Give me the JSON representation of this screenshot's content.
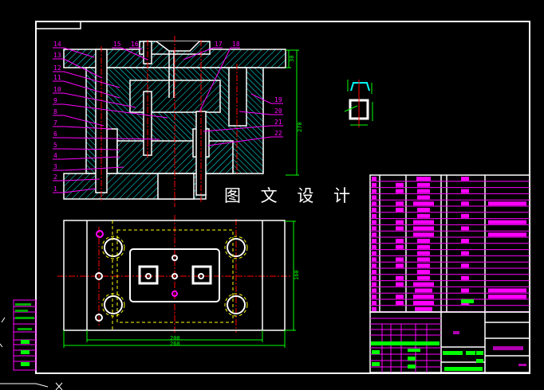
{
  "drawing": {
    "watermark": "图 文 设 计",
    "part_labels_left": [
      "14",
      "13",
      "12",
      "11",
      "10",
      "9",
      "8",
      "7",
      "6",
      "5",
      "4",
      "3",
      "2",
      "1"
    ],
    "part_labels_top": [
      "15",
      "16",
      "17",
      "18"
    ],
    "part_labels_right": [
      "19",
      "20",
      "21",
      "22"
    ],
    "dimensions": {
      "top_plate_height": "30",
      "total_height": "270",
      "plan_inner_width": "200",
      "plan_outer_width": "260",
      "plan_height": "160"
    }
  },
  "bom_rows": 22,
  "colors": {
    "background": "#000000",
    "frame": "#ffffff",
    "hatch": "#00ffff",
    "leader": "#ff00ff",
    "dimension": "#00ff00",
    "centerline": "#ff0000",
    "hidden": "#ffff00"
  }
}
